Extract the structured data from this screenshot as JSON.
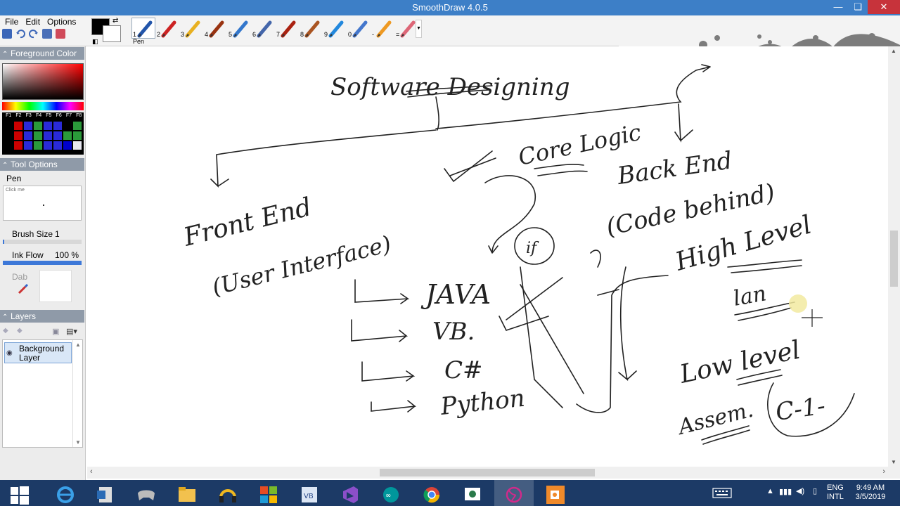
{
  "app": {
    "title": "SmoothDraw 4.0.5"
  },
  "window_controls": {
    "minimize": "—",
    "maximize": "❏",
    "close": "✕"
  },
  "menu": [
    "File",
    "Edit",
    "Options"
  ],
  "toolbar": {
    "selected_tool_label": "Pen",
    "tools": [
      {
        "num": "1",
        "icon": "pen-icon"
      },
      {
        "num": "2",
        "icon": "pencil-icon"
      },
      {
        "num": "3",
        "icon": "marker-icon"
      },
      {
        "num": "4",
        "icon": "brush-icon"
      },
      {
        "num": "5",
        "icon": "airbrush-icon"
      },
      {
        "num": "6",
        "icon": "spray-icon"
      },
      {
        "num": "7",
        "icon": "chalk-icon"
      },
      {
        "num": "8",
        "icon": "bristle-icon"
      },
      {
        "num": "9",
        "icon": "sparkle-icon"
      },
      {
        "num": "0",
        "icon": "blur-icon"
      },
      {
        "num": "-",
        "icon": "smudge-icon"
      },
      {
        "num": "=",
        "icon": "eraser-icon"
      }
    ],
    "foreground_color": "#000000",
    "background_color": "#ffffff"
  },
  "panels": {
    "foreground_color": {
      "header": "Foreground Color",
      "fkeys": [
        "F1",
        "F2",
        "F3",
        "F4",
        "F5",
        "F6",
        "F7",
        "F8"
      ],
      "palette": [
        "#000000",
        "#cc0000",
        "#2a2ad8",
        "#2a9a3a",
        "#2a2ad8",
        "#2a2ad8",
        "#000000",
        "#2a9a3a",
        "#000000",
        "#cc0000",
        "#2a2ad8",
        "#2a9a3a",
        "#2a2ad8",
        "#2a2ad8",
        "#2a9a3a",
        "#2a9a3a",
        "#000000",
        "#cc0000",
        "#2a2ad8",
        "#2a9a3a",
        "#2a2ad8",
        "#2a2ad8",
        "#0000cc",
        "#e6e6f0"
      ]
    },
    "tool_options": {
      "header": "Tool Options",
      "tool_name": "Pen",
      "preview_hint": "Click me",
      "brush_size_label": "Brush Size",
      "brush_size_value": "1",
      "brush_size_fraction": 0.02,
      "ink_flow_label": "Ink Flow",
      "ink_flow_value": "100 %",
      "ink_flow_fraction": 1.0,
      "dab_label": "Dab"
    },
    "layers": {
      "header": "Layers",
      "items": [
        {
          "name": "Background Layer"
        }
      ]
    }
  },
  "taskbar": {
    "apps": [
      {
        "name": "start-icon",
        "active": false
      },
      {
        "name": "internet-explorer-icon",
        "active": false
      },
      {
        "name": "publisher-icon",
        "active": false
      },
      {
        "name": "gamepad-icon",
        "active": false
      },
      {
        "name": "file-explorer-icon",
        "active": false
      },
      {
        "name": "headphones-icon",
        "active": false
      },
      {
        "name": "office-icon",
        "active": false
      },
      {
        "name": "visual-basic-icon",
        "active": false
      },
      {
        "name": "visual-studio-icon",
        "active": false
      },
      {
        "name": "arduino-icon",
        "active": false
      },
      {
        "name": "chrome-icon",
        "active": false
      },
      {
        "name": "screen-capture-icon",
        "active": false
      },
      {
        "name": "smoothdraw-icon",
        "active": true
      },
      {
        "name": "recorder-icon",
        "active": false
      }
    ],
    "tray": {
      "language_top": "ENG",
      "language_bottom": "INTL",
      "time": "9:49 AM",
      "date": "3/5/2019"
    }
  },
  "canvas": {
    "handwritten_text": [
      "Software Designing",
      "Core Logic",
      "Back End",
      "(Code behind)",
      "Front End",
      "(User Interface)",
      "JAVA",
      "VB.",
      "C#",
      "Python",
      "if",
      "High Level",
      "lan",
      "Low level",
      "Assem.",
      "C-1-"
    ]
  }
}
